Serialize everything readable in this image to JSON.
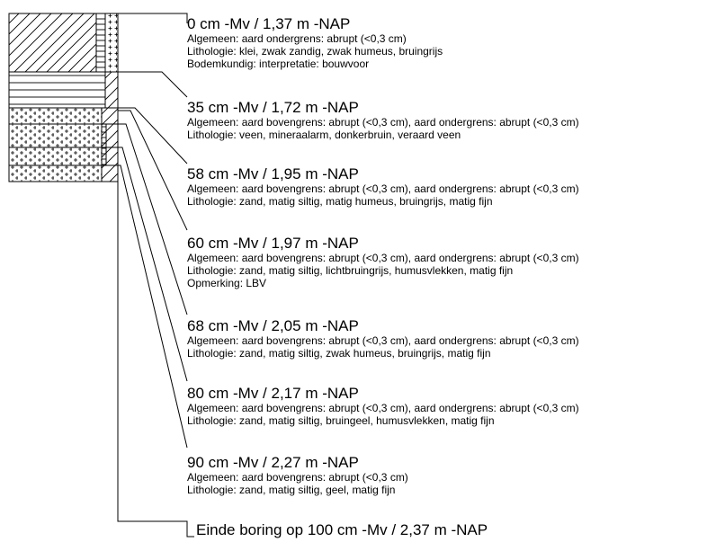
{
  "boring": {
    "layers": [
      {
        "depth": "0 cm -Mv / 1,37 m -NAP",
        "lines": [
          "Algemeen: aard ondergrens: abrupt (<0,3 cm)",
          "Lithologie: klei, zwak zandig, zwak humeus, bruingrijs",
          "Bodemkundig: interpretatie: bouwvoor"
        ]
      },
      {
        "depth": "35 cm -Mv / 1,72 m -NAP",
        "lines": [
          "Algemeen: aard bovengrens: abrupt (<0,3 cm), aard ondergrens: abrupt (<0,3 cm)",
          "Lithologie: veen, mineraalarm, donkerbruin, veraard veen"
        ]
      },
      {
        "depth": "58 cm -Mv / 1,95 m -NAP",
        "lines": [
          "Algemeen: aard bovengrens: abrupt (<0,3 cm), aard ondergrens: abrupt (<0,3 cm)",
          "Lithologie: zand, matig siltig, matig humeus, bruingrijs, matig fijn"
        ]
      },
      {
        "depth": "60 cm -Mv / 1,97 m -NAP",
        "lines": [
          "Algemeen: aard bovengrens: abrupt (<0,3 cm), aard ondergrens: abrupt (<0,3 cm)",
          "Lithologie: zand, matig siltig, lichtbruingrijs, humusvlekken, matig fijn",
          "Opmerking: LBV"
        ]
      },
      {
        "depth": "68 cm -Mv / 2,05 m -NAP",
        "lines": [
          "Algemeen: aard bovengrens: abrupt (<0,3 cm), aard ondergrens: abrupt (<0,3 cm)",
          "Lithologie: zand, matig siltig, zwak humeus, bruingrijs, matig fijn"
        ]
      },
      {
        "depth": "80 cm -Mv / 2,17 m -NAP",
        "lines": [
          "Algemeen: aard bovengrens: abrupt (<0,3 cm), aard ondergrens: abrupt (<0,3 cm)",
          "Lithologie: zand, matig siltig, bruingeel, humusvlekken, matig fijn"
        ]
      },
      {
        "depth": "90 cm -Mv / 2,27 m -NAP",
        "lines": [
          "Algemeen: aard bovengrens: abrupt (<0,3 cm)",
          "Lithologie: zand, matig siltig, geel, matig fijn"
        ]
      }
    ],
    "end_text": "Einde boring op 100 cm -Mv / 2,37 m -NAP"
  }
}
